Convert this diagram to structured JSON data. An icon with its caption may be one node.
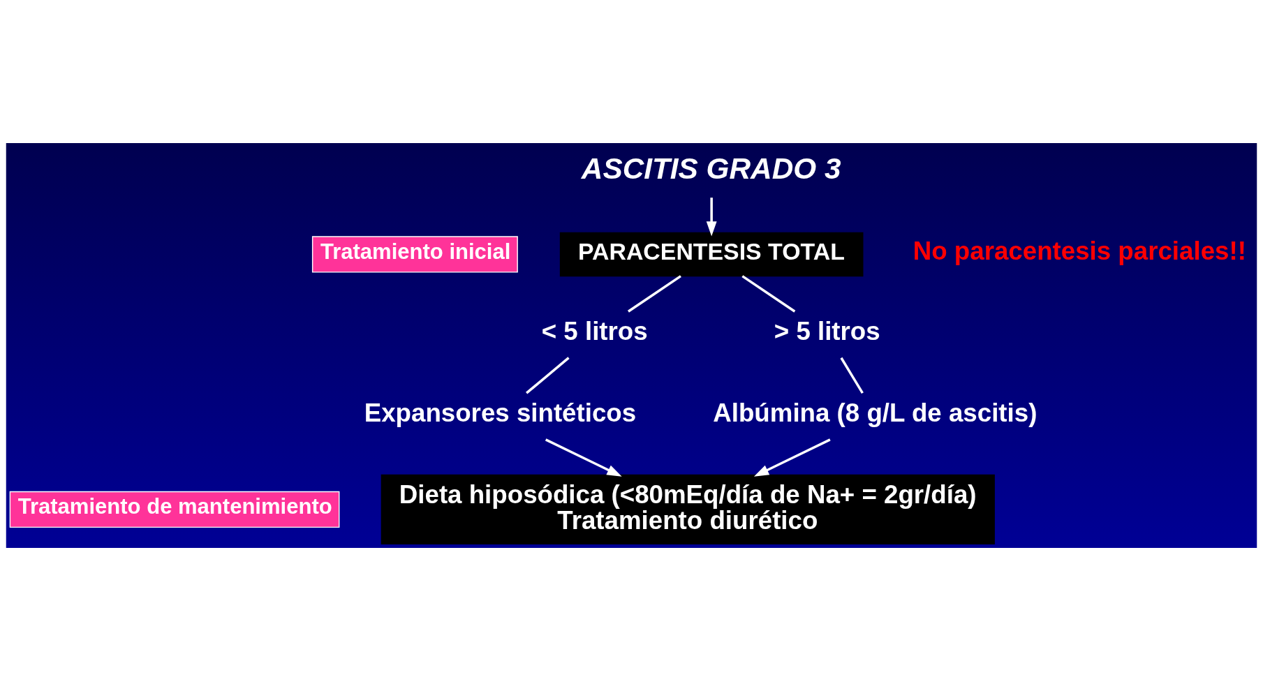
{
  "diagram": {
    "nodes": [
      {
        "text": [
          "ASCITIS GRADO 3"
        ]
      },
      {
        "text": [
          "PARACENTESIS TOTAL"
        ],
        "beside": [
          "No paracentesis parciales!!"
        ]
      },
      {
        "text": [
          "< 5 litros"
        ]
      },
      {
        "text": [
          "> 5 litros"
        ]
      },
      {
        "text": [
          "Expansores sintéticos"
        ]
      },
      {
        "text": [
          "Albúmina (8 g/L de ascitis)"
        ]
      },
      {
        "text": [
          "Dieta hiposódica (<80mEq/día de Na+ = 2gr/día)",
          "Tratamiento diurético"
        ]
      }
    ],
    "edges": [
      {
        "from": 0,
        "to": 1,
        "arrow": "to"
      },
      {
        "from": 1,
        "to": 2,
        "arrow": "none"
      },
      {
        "from": 1,
        "to": 3,
        "arrow": "none"
      },
      {
        "from": 2,
        "to": 4,
        "arrow": "none"
      },
      {
        "from": 3,
        "to": 5,
        "arrow": "none"
      },
      {
        "from": 4,
        "to": 6,
        "arrow": "to"
      },
      {
        "from": 5,
        "to": 6,
        "arrow": "to"
      }
    ],
    "labels": [
      "Tratamiento inicial",
      "Tratamiento de mantenimiento"
    ]
  }
}
